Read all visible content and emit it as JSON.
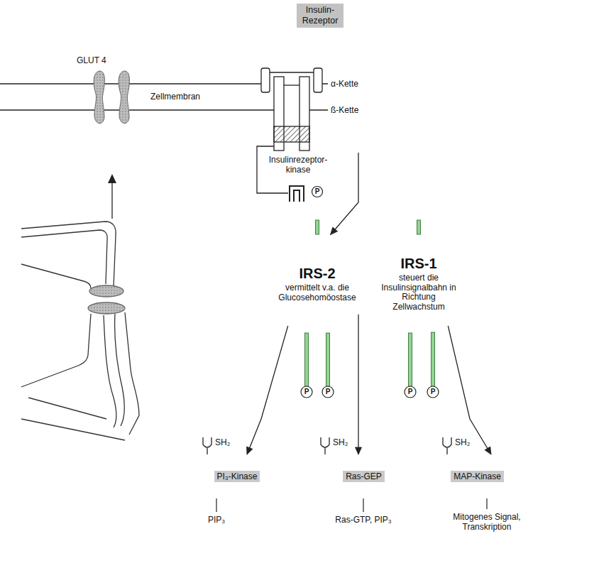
{
  "diagram": {
    "nodes": [
      {
        "text": [
          "Insulin- Rezeptor"
        ]
      },
      {
        "text": [
          "IRS-2",
          "vermittelt v.a. die Glucosehomöostase"
        ]
      },
      {
        "text": [
          "IRS-1",
          "steuert die Insulinsignalbahn in Richtung Zellwachstum"
        ]
      },
      {
        "text": [
          "PI₃-Kinase"
        ]
      },
      {
        "text": [
          "Ras-GEP"
        ]
      },
      {
        "text": [
          "MAP-Kinase"
        ]
      }
    ],
    "edges": [
      {
        "from": 0,
        "to": 1,
        "arrow": "to"
      },
      {
        "from": 1,
        "to": 3,
        "arrow": "to"
      },
      {
        "from": 1,
        "to": 4,
        "arrow": "to"
      },
      {
        "from": 2,
        "to": 5,
        "arrow": "to"
      }
    ],
    "labels": [
      "GLUT 4",
      "Zellmembran",
      "α-Kette",
      "ß-Kette",
      "Insulinrezeptor- kinase",
      "P",
      "P",
      "P",
      "P",
      "P",
      "SH₂",
      "SH₂",
      "SH₂",
      "PIP₃",
      "Ras-GTP, PIP₃",
      "Mitogenes Signal, Transkription"
    ]
  }
}
